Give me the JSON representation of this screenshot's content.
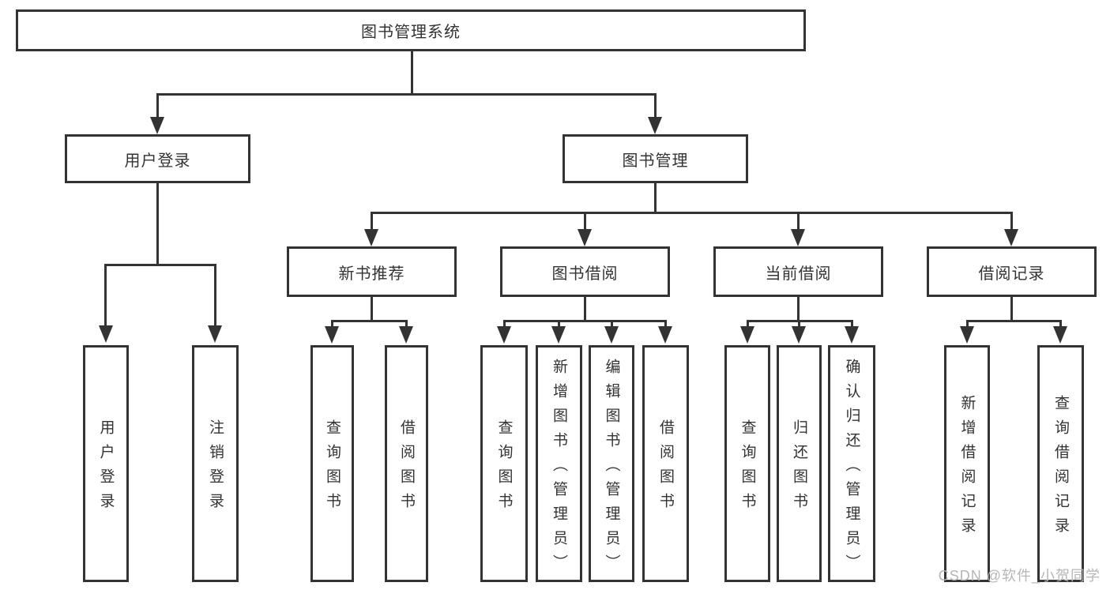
{
  "diagram": {
    "root": {
      "label": "图书管理系统"
    },
    "level2": [
      {
        "label": "用户登录"
      },
      {
        "label": "图书管理"
      }
    ],
    "level3": [
      {
        "label": "新书推荐"
      },
      {
        "label": "图书借阅"
      },
      {
        "label": "当前借阅"
      },
      {
        "label": "借阅记录"
      }
    ],
    "leaves": {
      "user_login": [
        {
          "label": "用户登录"
        },
        {
          "label": "注销登录"
        }
      ],
      "new_book": [
        {
          "label": "查询图书"
        },
        {
          "label": "借阅图书"
        }
      ],
      "book_borrow": [
        {
          "label": "查询图书"
        },
        {
          "label": "新增图书（管理员）"
        },
        {
          "label": "编辑图书（管理员）"
        },
        {
          "label": "借阅图书"
        }
      ],
      "current_borrow": [
        {
          "label": "查询图书"
        },
        {
          "label": "归还图书"
        },
        {
          "label": "确认归还（管理员）"
        }
      ],
      "borrow_record": [
        {
          "label": "新增借阅记录"
        },
        {
          "label": "查询借阅记录"
        }
      ]
    }
  },
  "watermark": {
    "text": "CSDN @软件_小贺同学"
  },
  "colors": {
    "line": "#333333",
    "border": "#333333",
    "text": "#333333",
    "watermark": "#b6b6b6",
    "background": "#ffffff"
  }
}
